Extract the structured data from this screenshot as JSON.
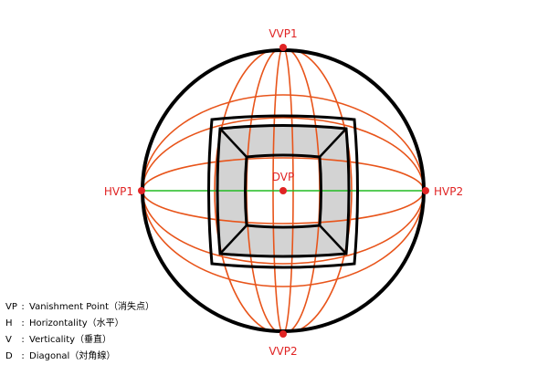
{
  "colors": {
    "outline": "#000000",
    "orange": "#e8541a",
    "green": "#22bb22",
    "point_red": "#e02424",
    "label_red": "#e02424",
    "fill_gray": "#d3d3d3"
  },
  "points": {
    "vvp1": "VVP1",
    "vvp2": "VVP2",
    "hvp1": "HVP1",
    "hvp2": "HVP2",
    "dvp": "DVP"
  },
  "legend": [
    {
      "abbr": "VP",
      "sep": ":",
      "text": "Vanishment Point（消失点）"
    },
    {
      "abbr": "H",
      "sep": ":",
      "text": "Horizontality（水平）"
    },
    {
      "abbr": "V",
      "sep": ":",
      "text": "Verticality（垂直）"
    },
    {
      "abbr": "D",
      "sep": ":",
      "text": "Diagonal（対角線）"
    }
  ]
}
